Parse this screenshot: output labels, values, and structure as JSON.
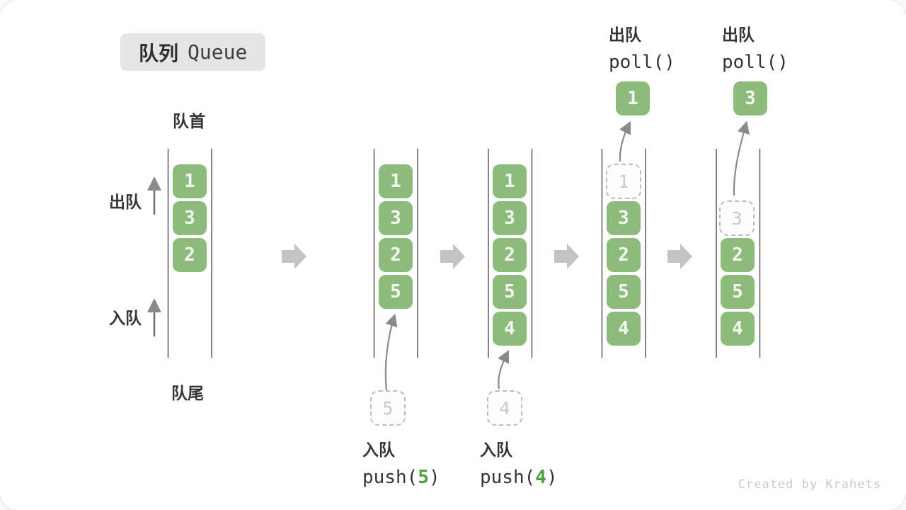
{
  "title": {
    "badge_zh": "队列",
    "badge_en": "Queue"
  },
  "labels": {
    "front": "队首",
    "rear": "队尾",
    "dequeue_side": "出队",
    "enqueue_side": "入队"
  },
  "columns": [
    {
      "cells": [
        "1",
        "3",
        "2"
      ]
    },
    {
      "cells": [
        "1",
        "3",
        "2",
        "5"
      ],
      "pending": "5"
    },
    {
      "cells": [
        "1",
        "3",
        "2",
        "5",
        "4"
      ],
      "pending": "4"
    },
    {
      "ghost": "1",
      "cells": [
        "3",
        "2",
        "5",
        "4"
      ],
      "popped": "1"
    },
    {
      "ghost": "3",
      "cells": [
        "2",
        "5",
        "4"
      ],
      "popped": "3"
    }
  ],
  "operations": {
    "push5": {
      "label": "入队",
      "fn": "push(",
      "arg": "5",
      "close": ")"
    },
    "push4": {
      "label": "入队",
      "fn": "push(",
      "arg": "4",
      "close": ")"
    },
    "poll1": {
      "label": "出队",
      "code": "poll()"
    },
    "poll2": {
      "label": "出队",
      "code": "poll()"
    }
  },
  "watermark": "Created by Krahets",
  "colors": {
    "box_green": "#8cbb7b",
    "code_green": "#51a03c",
    "badge_bg": "#e5e5e5",
    "container_line": "#5a5a5a",
    "flow_arrow": "#c3c3c3",
    "pointer_arrow": "#8a8a8a"
  }
}
